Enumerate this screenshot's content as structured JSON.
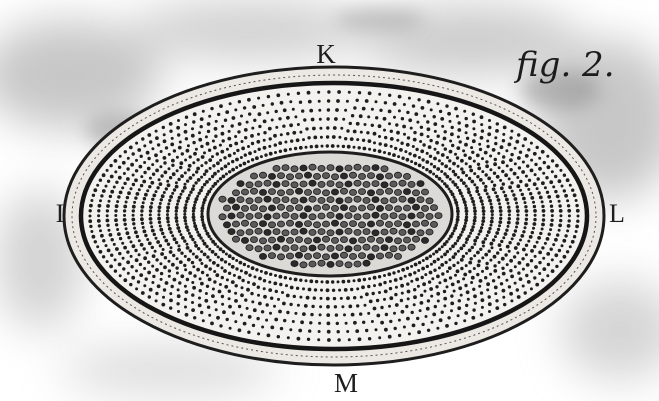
{
  "figure": {
    "caption": "fig. 2.",
    "labels": {
      "top": "K",
      "left": "I",
      "right": "L",
      "bottom": "M"
    },
    "colors": {
      "paper": "#ffffff",
      "smudge": "#9a9a9a",
      "ink": "#1e1e1e",
      "rim_fill": "#ece9e4",
      "body_fill": "#f4f2ee",
      "core_fill": "#dcdad6"
    }
  }
}
